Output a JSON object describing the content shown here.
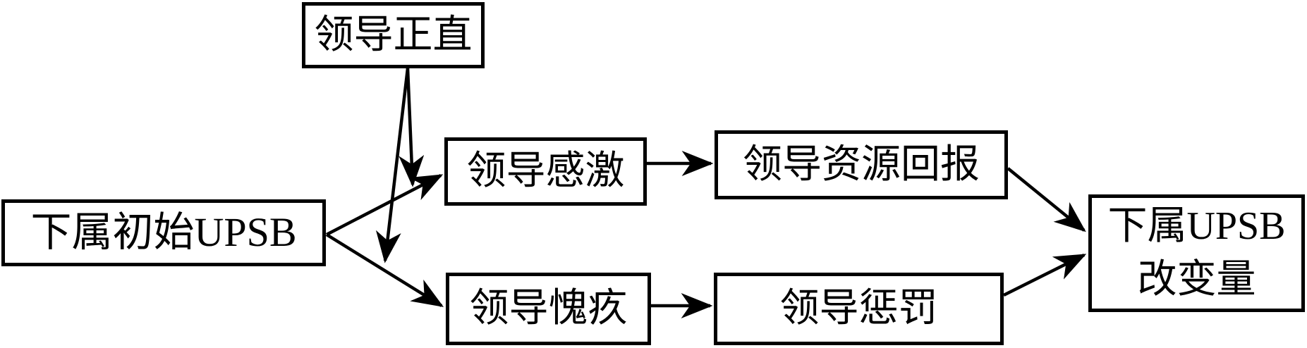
{
  "diagram": {
    "type": "path-model",
    "background_color": "#ffffff",
    "line_color": "#000000",
    "nodes": {
      "leader_integrity": {
        "label": "领导正直"
      },
      "subordinate_initial_upsb": {
        "label": "下属初始UPSB"
      },
      "leader_gratitude": {
        "label": "领导感激"
      },
      "leader_resource_reward": {
        "label": "领导资源回报"
      },
      "leader_guilt": {
        "label": "领导愧疚"
      },
      "leader_punishment": {
        "label": "领导惩罚"
      },
      "subordinate_upsb_change": {
        "label_lines": [
          "下属UPSB",
          "改变量"
        ]
      }
    },
    "edges": [
      {
        "from": "下属初始UPSB",
        "to": "领导感激",
        "type": "direct"
      },
      {
        "from": "下属初始UPSB",
        "to": "领导愧疚",
        "type": "direct"
      },
      {
        "from": "领导感激",
        "to": "领导资源回报",
        "type": "direct"
      },
      {
        "from": "领导愧疚",
        "to": "领导惩罚",
        "type": "direct"
      },
      {
        "from": "领导资源回报",
        "to": "下属UPSB改变量",
        "type": "direct"
      },
      {
        "from": "领导惩罚",
        "to": "下属UPSB改变量",
        "type": "direct"
      },
      {
        "from": "领导正直",
        "to": "下属初始UPSB → 领导感激 路径",
        "type": "moderation"
      },
      {
        "from": "领导正直",
        "to": "下属初始UPSB → 领导愧疚 路径",
        "type": "moderation"
      }
    ]
  }
}
